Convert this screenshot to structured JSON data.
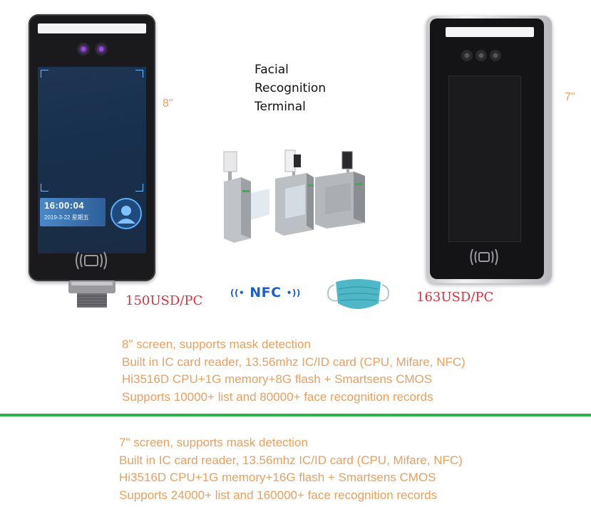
{
  "title_lines": [
    "Facial",
    "Recognition",
    "Terminal"
  ],
  "device_8": {
    "size_label": "8\"",
    "screen_time": "16:00:04",
    "screen_date": "2019-3-22 星期五",
    "price": "150USD/PC"
  },
  "device_7": {
    "size_label": "7\"",
    "price": "163USD/PC"
  },
  "nfc_label": "NFC",
  "specs_8": [
    "8\" screen, supports mask detection",
    "Built in IC card reader, 13.56mhz IC/ID card (CPU, Mifare, NFC)",
    "Hi3516D CPU+1G memory+8G flash + Smartsens CMOS",
    "Supports 10000+ list and 80000+ face recognition records"
  ],
  "specs_7": [
    "7\" screen, supports mask detection",
    "Built in IC card reader, 13.56mhz IC/ID card (CPU, Mifare, NFC)",
    "Hi3516D CPU+1G memory+16G flash + Smartsens CMOS",
    "Supports 24000+ list and 160000+ face recognition records"
  ],
  "colors": {
    "spec_text": "#e8a060",
    "price": "#d8303a",
    "nfc": "#1e5fd0",
    "divider": "#2fb24a",
    "mask": "#4fb8c8"
  }
}
